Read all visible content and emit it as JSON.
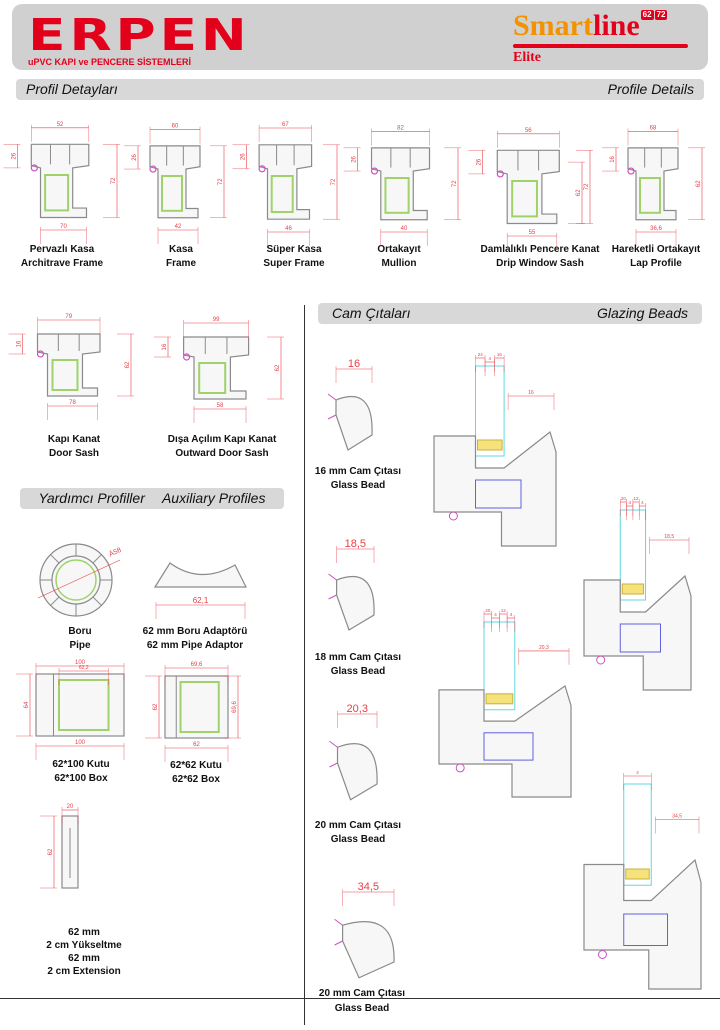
{
  "header": {
    "brand": "ERPEN",
    "tagline": "uPVC KAPI ve PENCERE SİSTEMLERİ",
    "product_a": "Smart",
    "product_b": "line",
    "series_badges": [
      "62",
      "72"
    ],
    "edition": "Elite"
  },
  "sections": {
    "profile_details": {
      "tr": "Profil Detayları",
      "en": "Profile Details"
    },
    "auxiliary": {
      "tr": "Yardımcı Profiller",
      "en": "Auxiliary Profiles"
    },
    "glazing": {
      "tr": "Cam Çıtaları",
      "en": "Glazing Beads"
    }
  },
  "profiles": [
    {
      "tr": "Pervazlı Kasa",
      "en": "Architrave Frame",
      "dims": {
        "top": "52",
        "left": "26",
        "right": "72",
        "bottom": "70"
      }
    },
    {
      "tr": "Kasa",
      "en": "Frame",
      "dims": {
        "top": "60",
        "left": "26",
        "right": "72",
        "bottom": "42"
      }
    },
    {
      "tr": "Süper Kasa",
      "en": "Super Frame",
      "dims": {
        "top": "67",
        "left": "26",
        "right": "72",
        "bottom": "46"
      }
    },
    {
      "tr": "Ortakayıt",
      "en": "Mullion",
      "dims": {
        "top": "82",
        "left": "26",
        "right": "72",
        "bottom": "40"
      }
    },
    {
      "tr": "Damlalıklı Pencere Kanat",
      "en": "Drip Window Sash",
      "dims": {
        "top": "56",
        "left": "26",
        "right": "72",
        "right2": "62",
        "bottom": "55"
      }
    },
    {
      "tr": "Hareketli Ortakayıt",
      "en": "Lap Profile",
      "dims": {
        "top": "68",
        "left": "16",
        "right": "62",
        "bottom": "36,6"
      }
    }
  ],
  "door_profiles": [
    {
      "tr": "Kapı Kanat",
      "en": "Door Sash",
      "dims": {
        "top": "79",
        "left": "16",
        "right": "62",
        "bottom": "78"
      }
    },
    {
      "tr": "Dışa Açılım Kapı Kanat",
      "en": "Outward Door Sash",
      "dims": {
        "top": "99",
        "left": "16",
        "right": "62",
        "bottom": "58"
      }
    }
  ],
  "auxiliary": [
    {
      "tr": "Boru",
      "en": "Pipe",
      "dim": "Ä58"
    },
    {
      "tr": "62 mm Boru Adaptörü",
      "en": "62 mm Pipe Adaptor",
      "dim": "62,1"
    },
    {
      "tr": "62*100 Kutu",
      "en": "62*100 Box",
      "dims": {
        "top": "100",
        "inner": "62,2",
        "left": "64",
        "bottom": "100"
      }
    },
    {
      "tr": "62*62 Kutu",
      "en": "62*62 Box",
      "dims": {
        "top": "69,6",
        "left": "62",
        "right": "69,6",
        "bottom": "62"
      }
    },
    {
      "lines": [
        "62 mm",
        "2 cm Yükseltme",
        "62 mm",
        "2 cm Extension"
      ],
      "dims": {
        "top": "20",
        "left": "62"
      }
    }
  ],
  "glazing_beads": [
    {
      "tr": "16 mm Cam Çıtası",
      "en": "Glass Bead",
      "dim": "16"
    },
    {
      "tr": "18 mm Cam Çıtası",
      "en": "Glass Bead",
      "dim": "18,5"
    },
    {
      "tr": "20 mm Cam Çıtası",
      "en": "Glass Bead",
      "dim": "20,3"
    },
    {
      "tr": "20 mm Cam Çıtası",
      "en": "Glass Bead",
      "dim": "34,5"
    }
  ],
  "assemblies": [
    {
      "dims": [
        "24",
        "4",
        "16",
        "16"
      ]
    },
    {
      "dims": [
        "20",
        "4",
        "12",
        "4",
        "18,5"
      ]
    },
    {
      "dims": [
        "20",
        "4",
        "12",
        "4",
        "20,3"
      ]
    },
    {
      "dims": [
        "4",
        "34,5"
      ]
    }
  ],
  "colors": {
    "brand_red": "#e3001b",
    "brand_orange": "#f39200",
    "dim_red": "#e8404a",
    "profile_gray": "#8a8a8a",
    "reinforcement_green": "#9fd36a",
    "gasket_pink": "#d04fc0",
    "glass_cyan": "#5fd8e0"
  }
}
